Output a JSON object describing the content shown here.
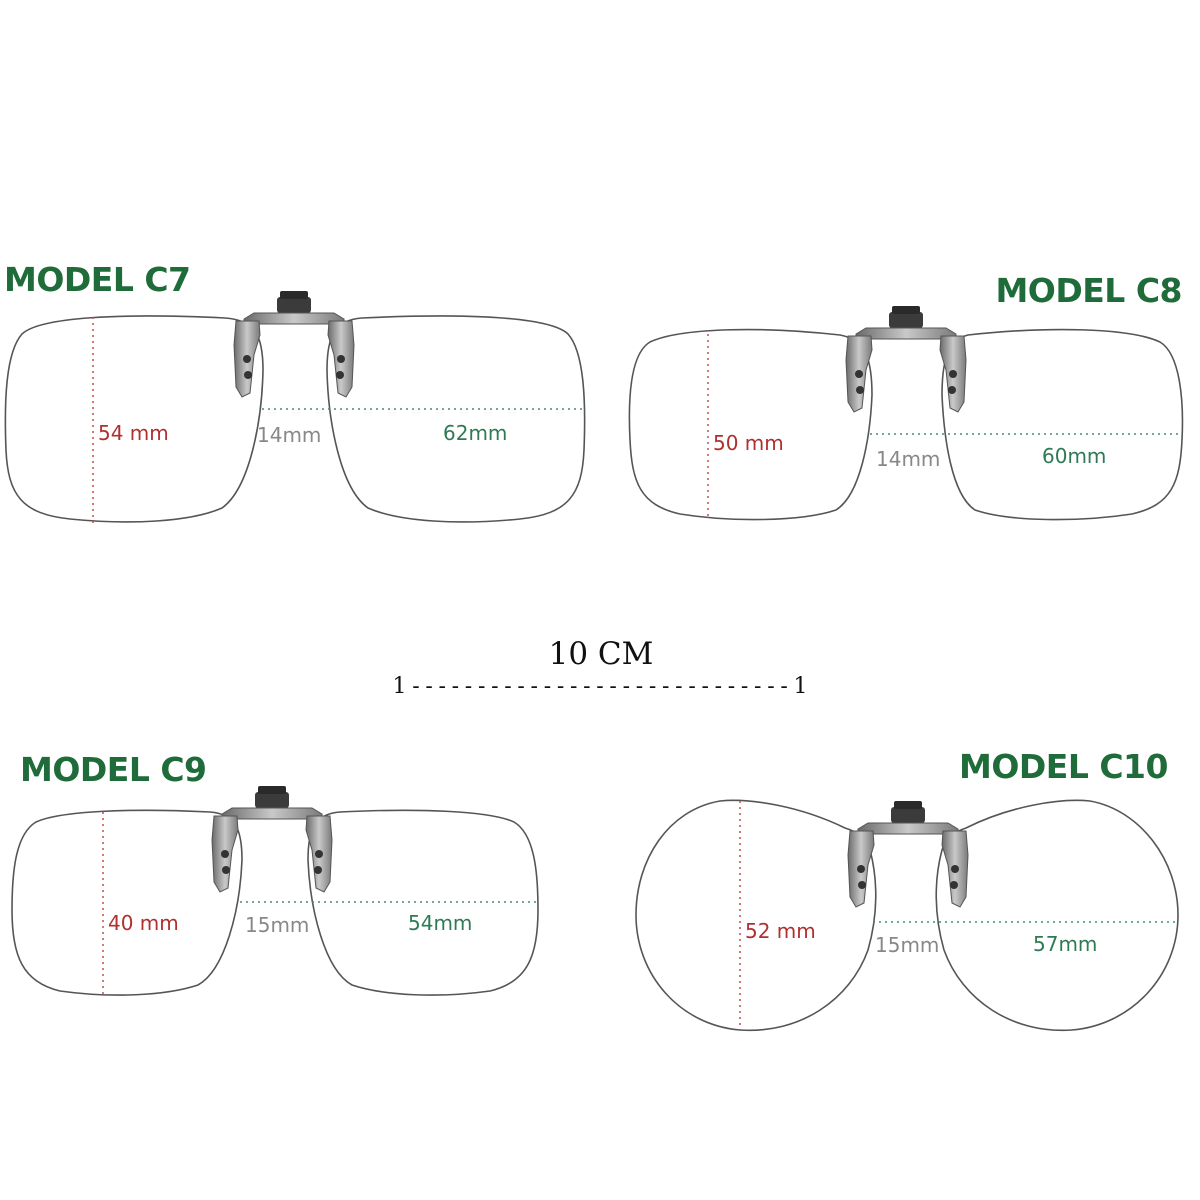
{
  "models": [
    {
      "title": "MODEL C7",
      "lens_height": "54 mm",
      "bridge": "14mm",
      "lens_width": "62mm"
    },
    {
      "title": "MODEL C8",
      "lens_height": "50 mm",
      "bridge": "14mm",
      "lens_width": "60mm"
    },
    {
      "title": "MODEL C9",
      "lens_height": "40 mm",
      "bridge": "15mm",
      "lens_width": "54mm"
    },
    {
      "title": "MODEL C10",
      "lens_height": "52 mm",
      "bridge": "15mm",
      "lens_width": "57mm"
    }
  ],
  "scale": {
    "label": "10 CM",
    "bar": "1-----------------------------1"
  },
  "colors": {
    "title": "#1f6b3a",
    "height_dim": "#b03030",
    "bridge_dim": "#888888",
    "width_dim": "#2f7a55",
    "outline": "#555555"
  },
  "icons": [
    "clip-hinge-icon"
  ]
}
